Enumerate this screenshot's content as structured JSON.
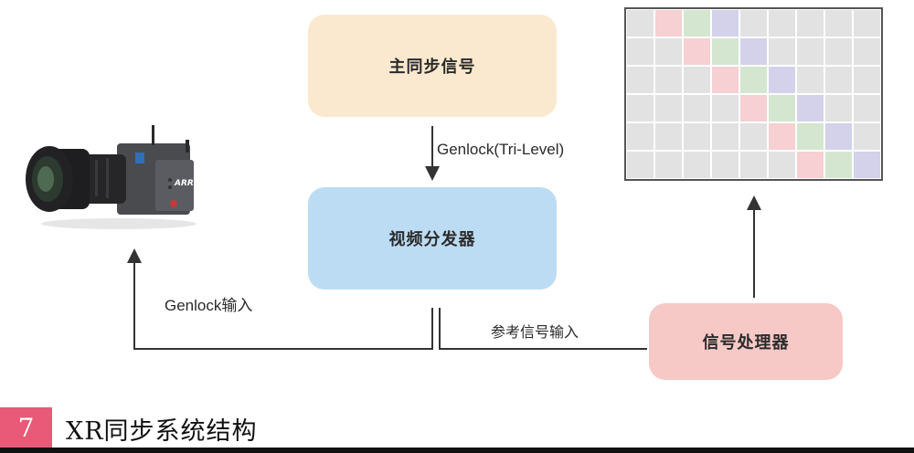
{
  "diagram": {
    "nodes": {
      "master_sync": "主同步信号",
      "video_distributor": "视频分发器",
      "signal_processor": "信号处理器"
    },
    "edges": {
      "master_to_distributor": "Genlock(Tri-Level)",
      "distributor_to_camera": "Genlock输入",
      "processor_to_distributor": "参考信号输入"
    },
    "camera": {
      "icon": "cinema-camera-icon",
      "brand_logo": "ARRI"
    },
    "led_wall": {
      "icon": "led-wall-grid-icon",
      "columns": 9,
      "rows": 6,
      "diagonal_start_column": 1,
      "diagonal_colors": [
        "#f6d0d3",
        "#d4e6cf",
        "#d3d2ea"
      ],
      "base_color": "#e2e2e2"
    },
    "colors": {
      "master_sync_fill": "#fbe9cf",
      "distributor_fill": "#bcdcf3",
      "processor_fill": "#f6c9c7",
      "caption_accent": "#e85a78"
    }
  },
  "caption": {
    "number": "7",
    "title": "XR同步系统结构"
  }
}
